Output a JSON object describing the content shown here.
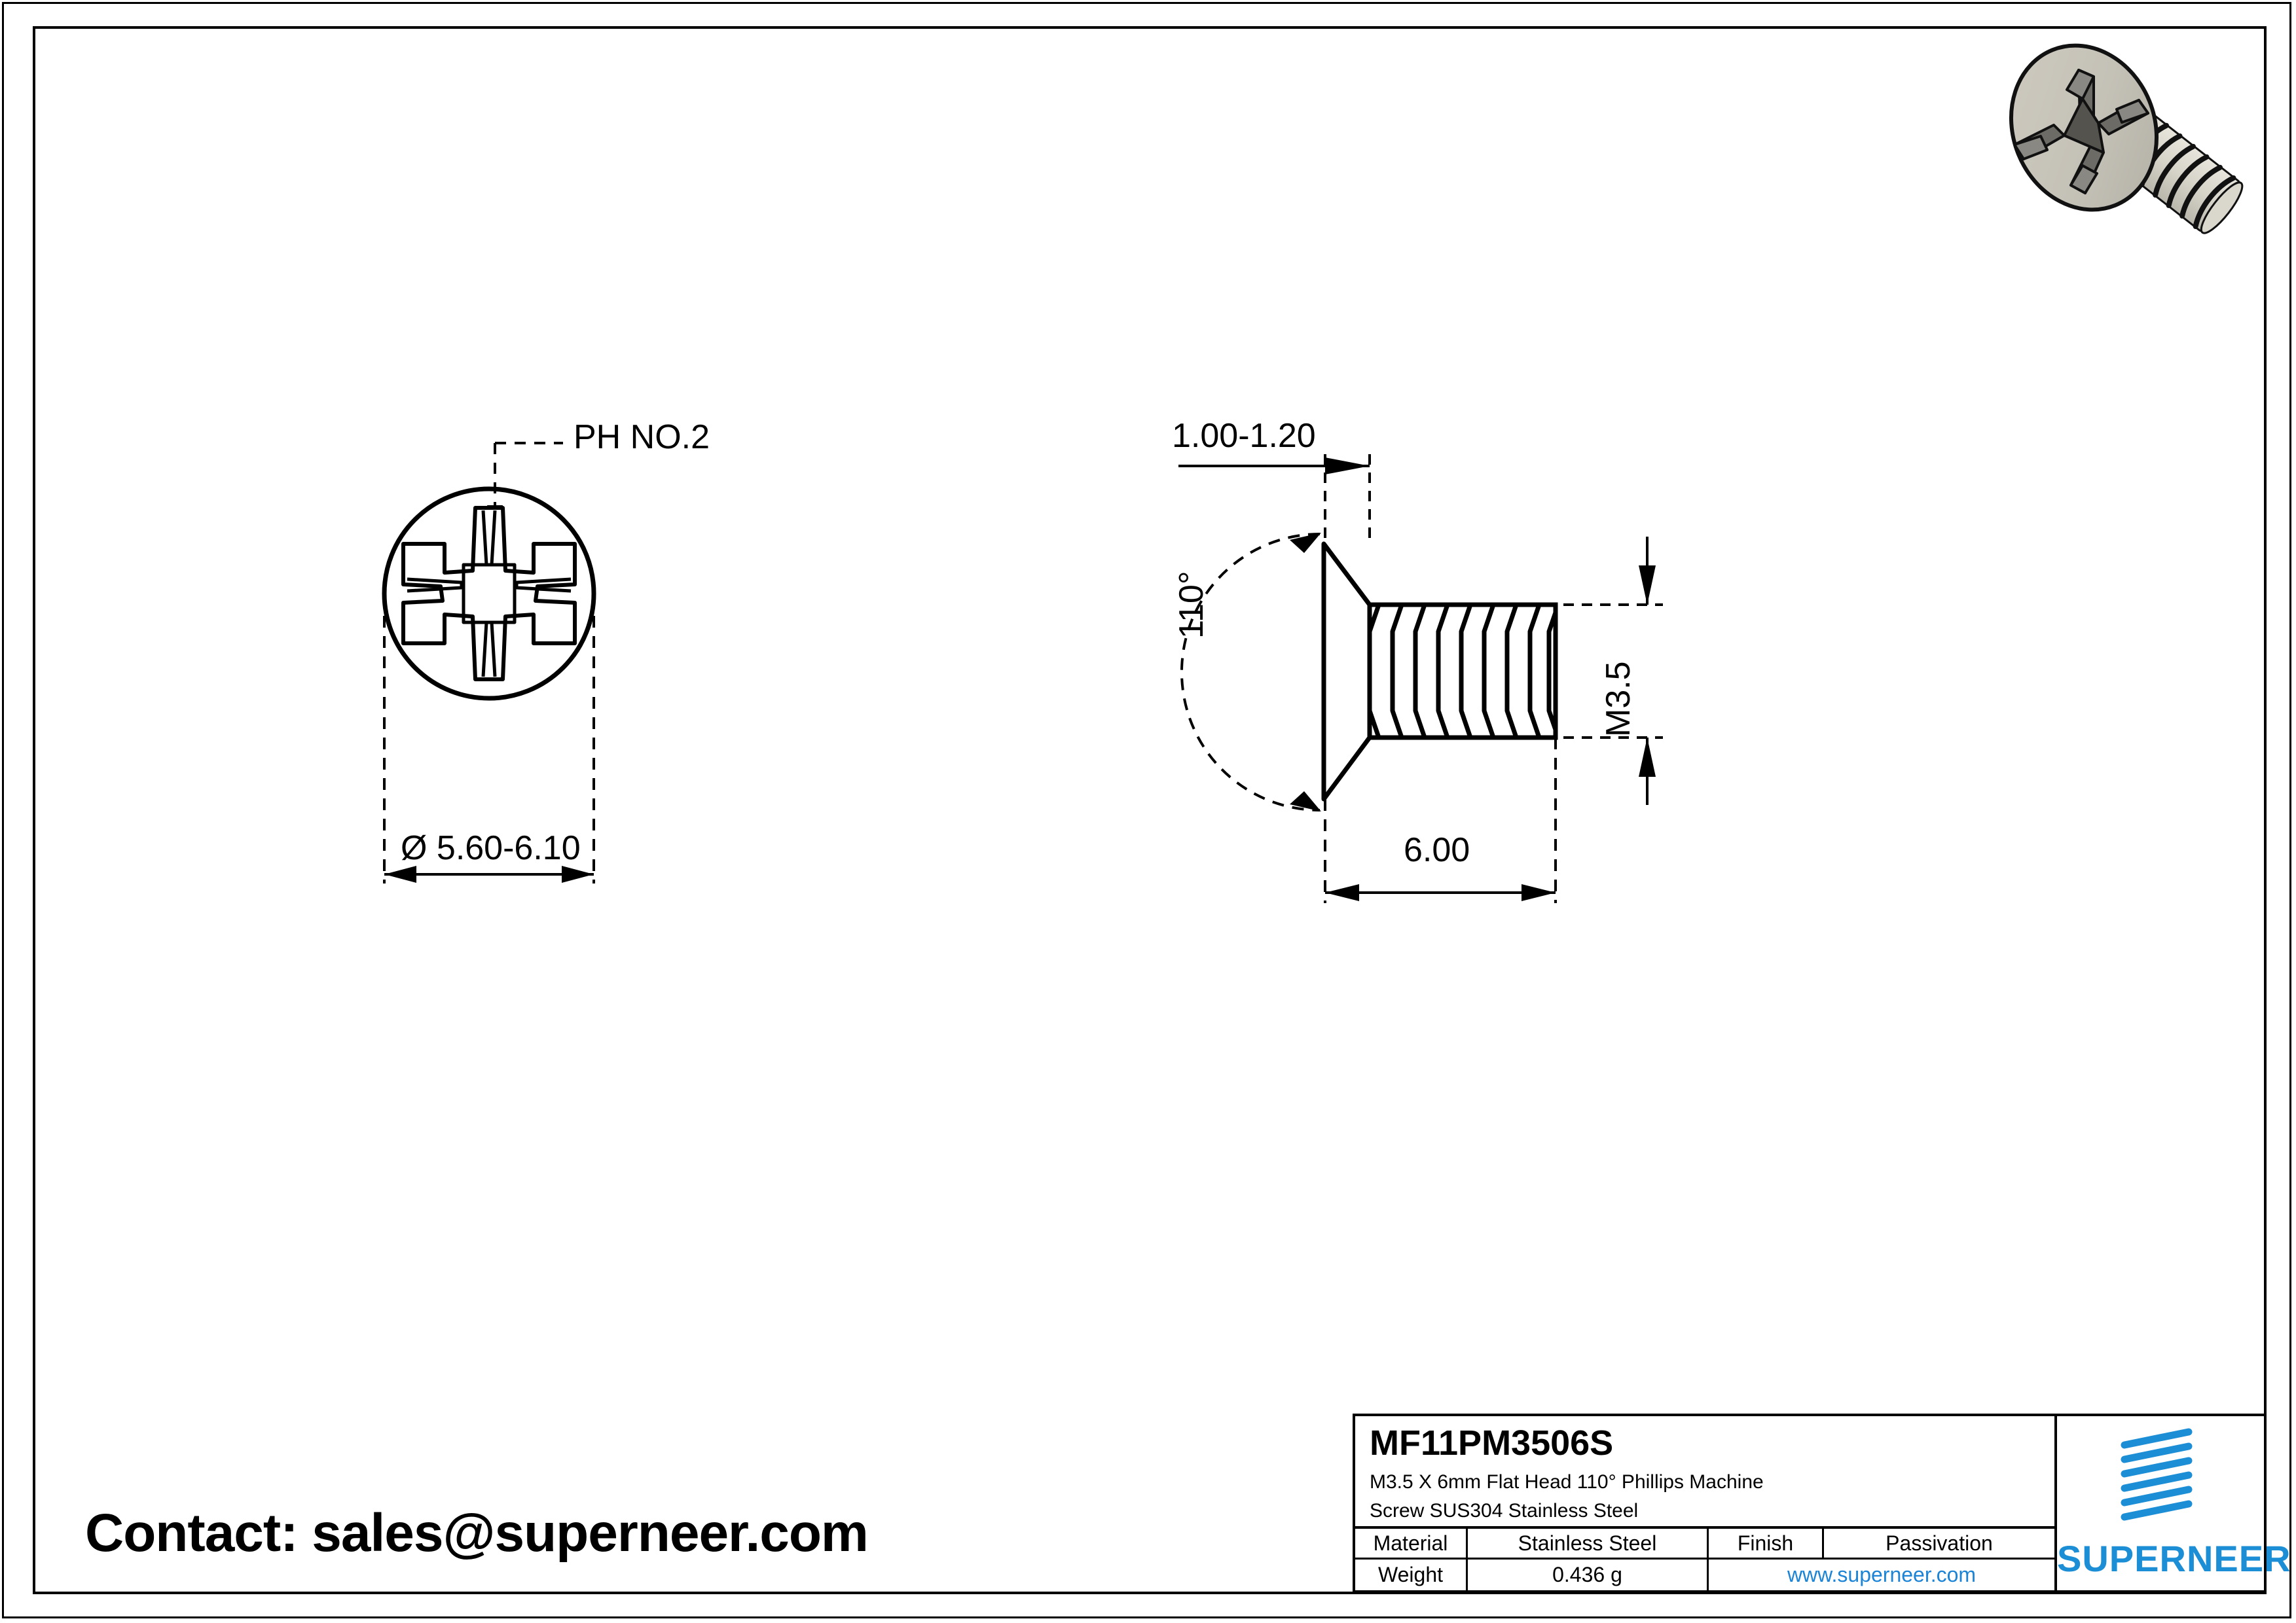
{
  "document": {
    "type": "engineering-drawing",
    "contact_text": "Contact: sales@superneer.com"
  },
  "front_view": {
    "callout_label": "PH NO.2",
    "diameter_dim": "Ø 5.60-6.10"
  },
  "side_view": {
    "head_height_dim": "1.00-1.20",
    "angle_dim": "110°",
    "thread_dim": "M3.5",
    "length_dim": "6.00"
  },
  "title_block": {
    "part_number": "MF11PM3506S",
    "description_line1": "M3.5 X  6mm  Flat Head 110° Phillips Machine",
    "description_line2": "Screw SUS304 Stainless Steel",
    "material_label": "Material",
    "material_value": "Stainless Steel",
    "finish_label": "Finish",
    "finish_value": "Passivation",
    "weight_label": "Weight",
    "weight_value": "0.436 g",
    "website": "www.superneer.com",
    "brand_name": "SUPERNEER",
    "brand_color": "#1c8ed6",
    "link_color": "#1c84d6"
  },
  "render": {
    "icon_name": "flat-head-phillips-screw-3d",
    "head_fill": "#c3c1b8",
    "shank_fill": "#dedad0",
    "recess_fill": "#6e6c66"
  }
}
